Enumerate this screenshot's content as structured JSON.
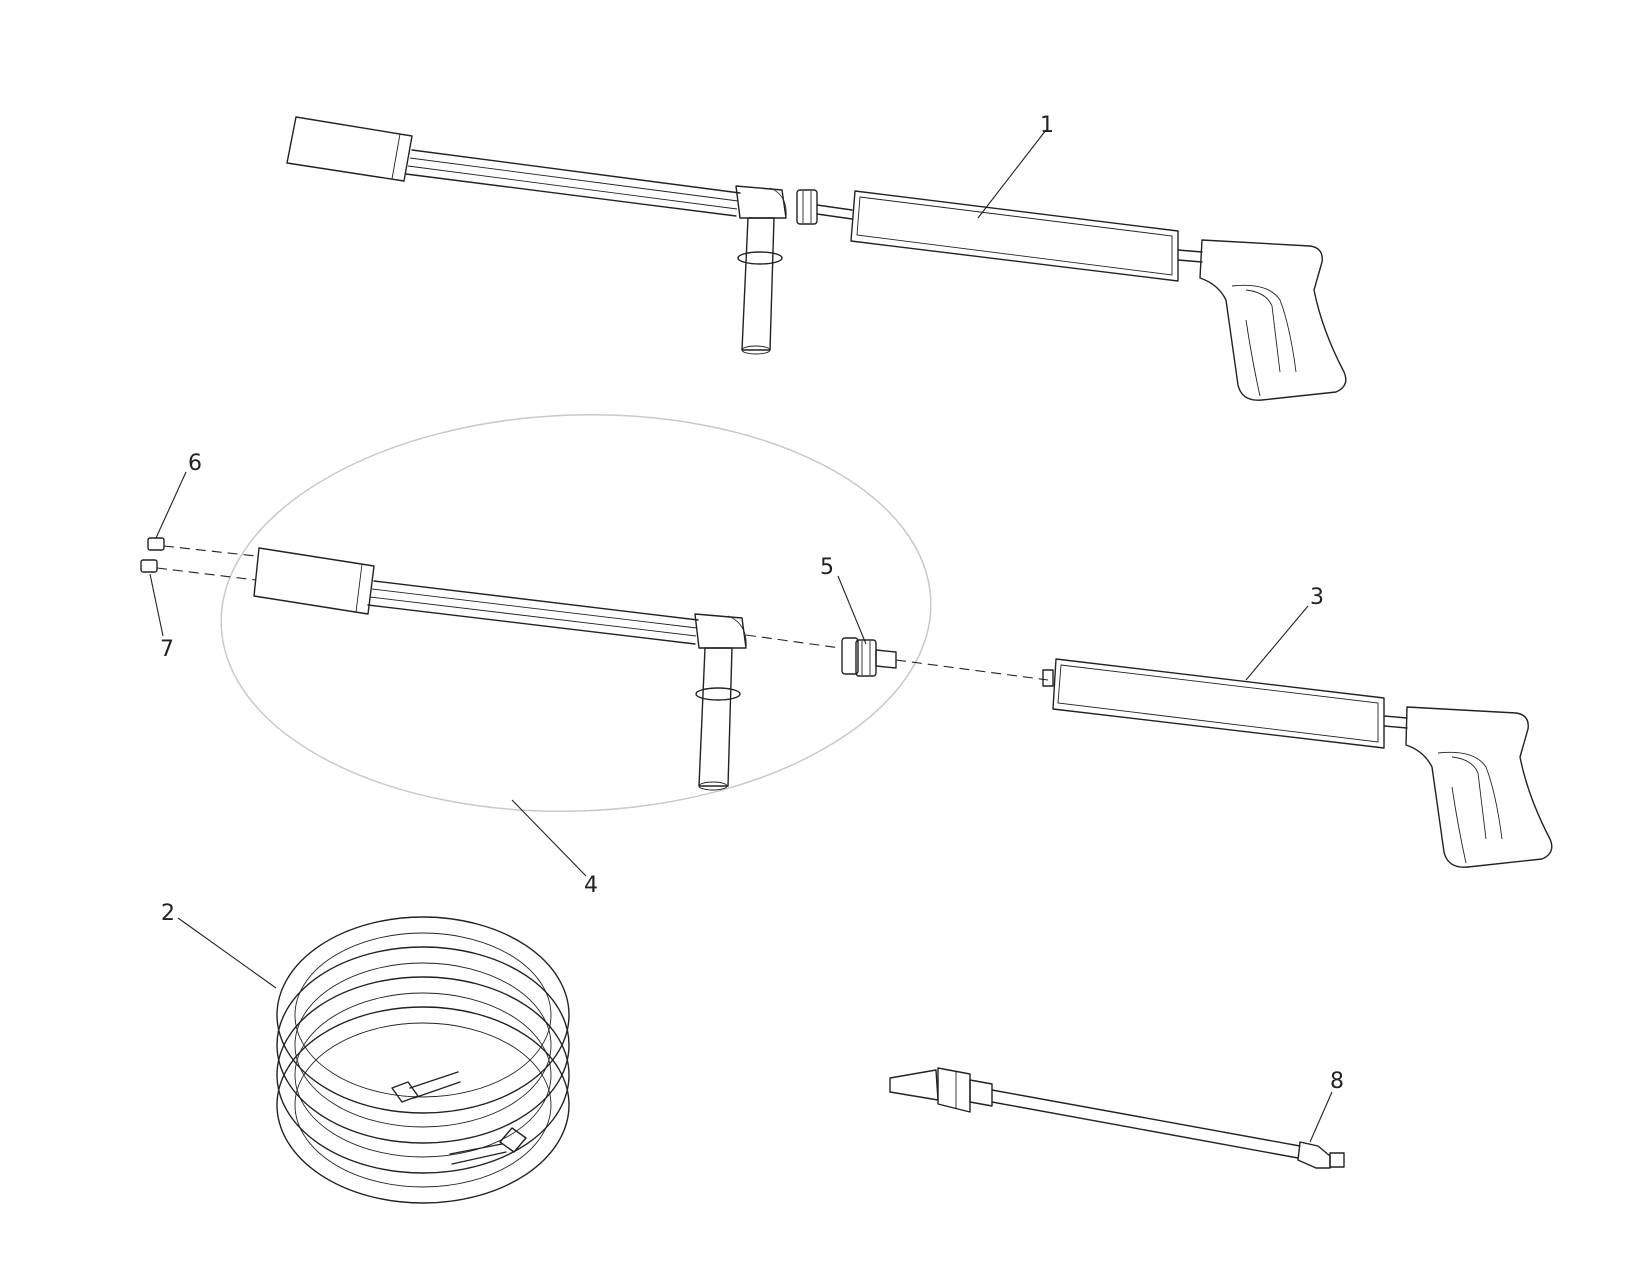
{
  "callouts": {
    "c1": "1",
    "c2": "2",
    "c3": "3",
    "c4": "4",
    "c5": "5",
    "c6": "6",
    "c7": "7",
    "c8": "8"
  },
  "colors": {
    "line": "#222222",
    "group_outline": "#c9c9c9",
    "background": "#ffffff"
  }
}
